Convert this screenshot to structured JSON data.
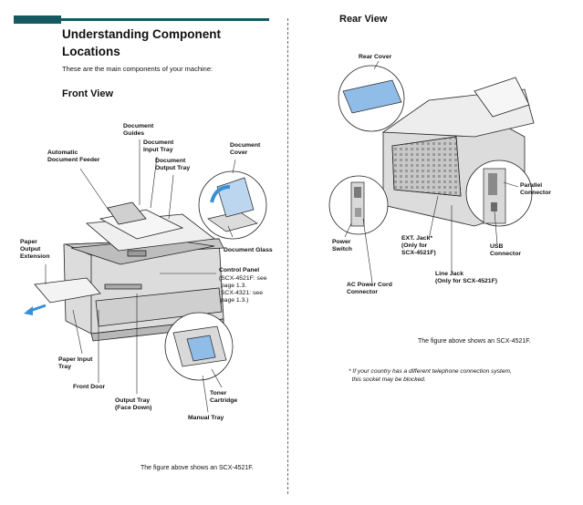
{
  "left": {
    "title": "Understanding Component\nLocations",
    "intro": "These are the main components of your machine:",
    "front_heading": "Front View",
    "labels": {
      "document_guides": "Document\nGuides",
      "document_input_tray": "Document\nInput Tray",
      "document_output_tray": "Document\nOutput Tray",
      "automatic_document_feeder": "Automatic\nDocument Feeder",
      "document_cover": "Document\nCover",
      "document_glass": "Document Glass",
      "paper_output_extension": "Paper\nOutput\nExtension",
      "control_panel": "Control Panel",
      "control_panel_note": "(SCX-4521F: see\n page 1.3.\n SCX-4321: see\n page 1.3.)",
      "paper_input_tray": "Paper Input\nTray",
      "front_door": "Front Door",
      "output_tray": "Output Tray\n(Face Down)",
      "toner_cartridge": "Toner\nCartridge",
      "manual_tray": "Manual Tray"
    },
    "caption": "The figure above shows an SCX-4521F."
  },
  "right": {
    "rear_heading": "Rear View",
    "labels": {
      "rear_cover": "Rear Cover",
      "parallel_connector": "Parallel\nConnector",
      "power_switch": "Power\nSwitch",
      "ext_jack": "EXT. Jack*\n(Only for\nSCX-4521F)",
      "usb_connector": "USB\nConnector",
      "line_jack": "Line Jack\n(Only for SCX-4521F)",
      "ac_power_cord_connector": "AC Power Cord\nConnector"
    },
    "caption": "The figure above shows an SCX-4521F.",
    "footnote": "* If your country has a different telephone connection system,\n  this socket may be blocked."
  },
  "colors": {
    "accent": "#155a60",
    "highlight": "#3a8fd6"
  }
}
